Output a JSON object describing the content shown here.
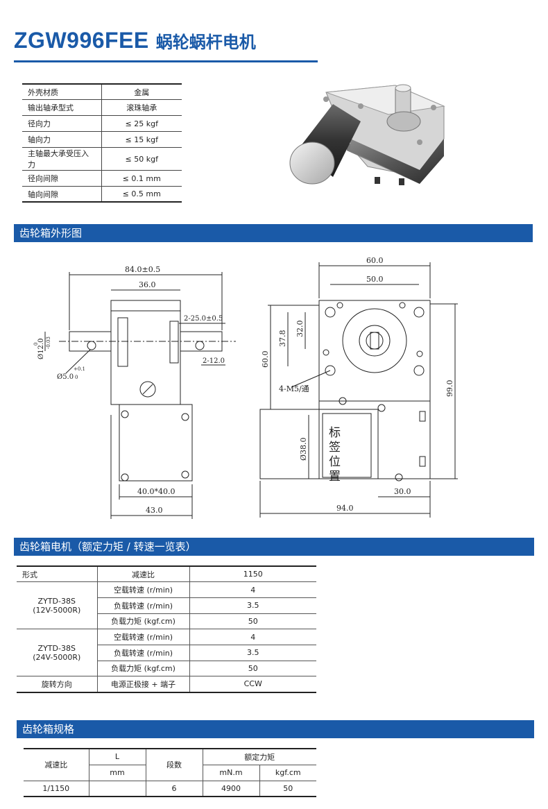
{
  "title": {
    "model": "ZGW996FEE",
    "name": "蜗轮蜗杆电机"
  },
  "spec_rows": [
    {
      "label": "外壳材质",
      "value": "金属"
    },
    {
      "label": "输出轴承型式",
      "value": "滚珠轴承"
    },
    {
      "label": "径向力",
      "value": "≤ 25 kgf"
    },
    {
      "label": "轴向力",
      "value": "≤ 15 kgf"
    },
    {
      "label": "主轴最大承受压入力",
      "value": "≤ 50 kgf"
    },
    {
      "label": "径向间隙",
      "value": "≤ 0.1 mm"
    },
    {
      "label": "轴向间隙",
      "value": "≤ 0.5 mm"
    }
  ],
  "sections": {
    "outline": "齿轮箱外形图",
    "performance": "齿轮箱电机（额定力矩 / 转速一览表）",
    "gearbox": "齿轮箱规格"
  },
  "drawing": {
    "dims": {
      "d84": "84.0±0.5",
      "d36": "36.0",
      "d2_25": "2-25.0±0.5",
      "d2_12": "2-12.0",
      "d12": "Ø12.0",
      "d12_tol": "-0.03",
      "d12_tol0": "0",
      "d5": "Ø5.0",
      "d5_tol": "+0.1",
      "d5_tol0": "0",
      "d40": "40.0*40.0",
      "d43": "43.0",
      "d60top": "60.0",
      "d50": "50.0",
      "d37": "37.8",
      "d32": "32.0",
      "d60left": "60.0",
      "m5": "4-M5/通",
      "d99": "99.0",
      "d38": "Ø38.0",
      "d30": "30.0",
      "d94": "94.0",
      "label": "标签位置"
    }
  },
  "performance": {
    "header": {
      "c1": "形式",
      "c2": "减速比",
      "c3": "1150"
    },
    "groups": [
      {
        "model": "ZYTD-38S",
        "spec": "(12V-5000R)",
        "rows": [
          {
            "label": "空载转速 (r/min)",
            "value": "4"
          },
          {
            "label": "负载转速 (r/min)",
            "value": "3.5"
          },
          {
            "label": "负载力矩 (kgf.cm)",
            "value": "50"
          }
        ]
      },
      {
        "model": "ZYTD-38S",
        "spec": "(24V-5000R)",
        "rows": [
          {
            "label": "空载转速 (r/min)",
            "value": "4"
          },
          {
            "label": "负载转速 (r/min)",
            "value": "3.5"
          },
          {
            "label": "负载力矩 (kgf.cm)",
            "value": "50"
          }
        ]
      }
    ],
    "footer": {
      "c1": "旋转方向",
      "c2": "电源正极接 + 端子",
      "c3": "CCW"
    }
  },
  "gearbox": {
    "headers": {
      "ratio": "减速比",
      "L": "L",
      "L_unit": "mm",
      "stages": "段数",
      "torque": "额定力矩",
      "t1": "mN.m",
      "t2": "kgf.cm"
    },
    "row": {
      "ratio": "1/1150",
      "L": "",
      "stages": "6",
      "t1": "4900",
      "t2": "50"
    }
  },
  "colors": {
    "accent": "#1a5aa8"
  }
}
